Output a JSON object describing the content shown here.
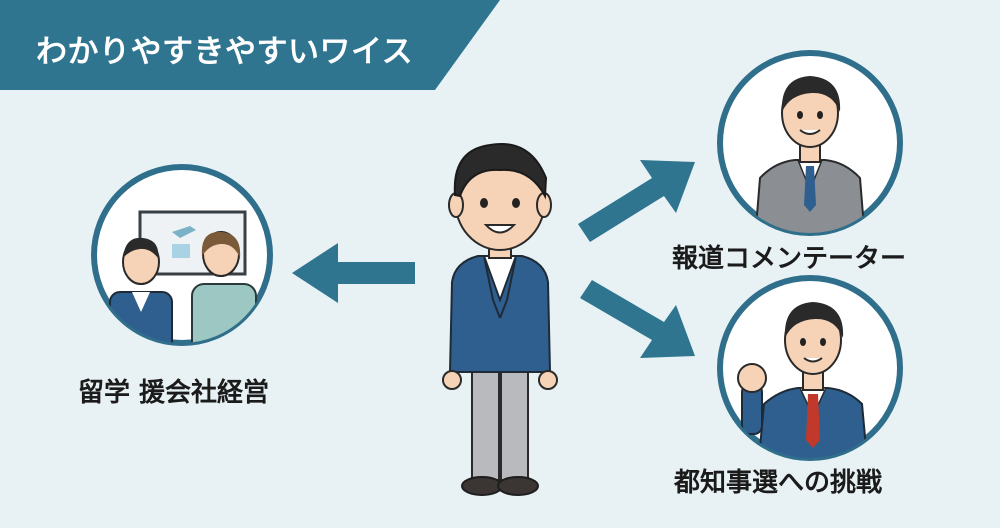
{
  "banner": {
    "title": "わかりやすきやすいワイス"
  },
  "nodes": {
    "left": {
      "label": "留学 援会社経営"
    },
    "right_top": {
      "label": "報道コメンテーター"
    },
    "right_bottom": {
      "label": "都知事選への挑戦"
    }
  },
  "colors": {
    "banner": "#2f7590",
    "arrow": "#2f7590",
    "background": "#e8f2f5",
    "suit": "#2f5f8f",
    "circle_border": "#2f6f8b"
  },
  "icons": [
    "person-icon",
    "arrow-left-icon",
    "arrow-up-right-icon",
    "arrow-down-right-icon"
  ]
}
